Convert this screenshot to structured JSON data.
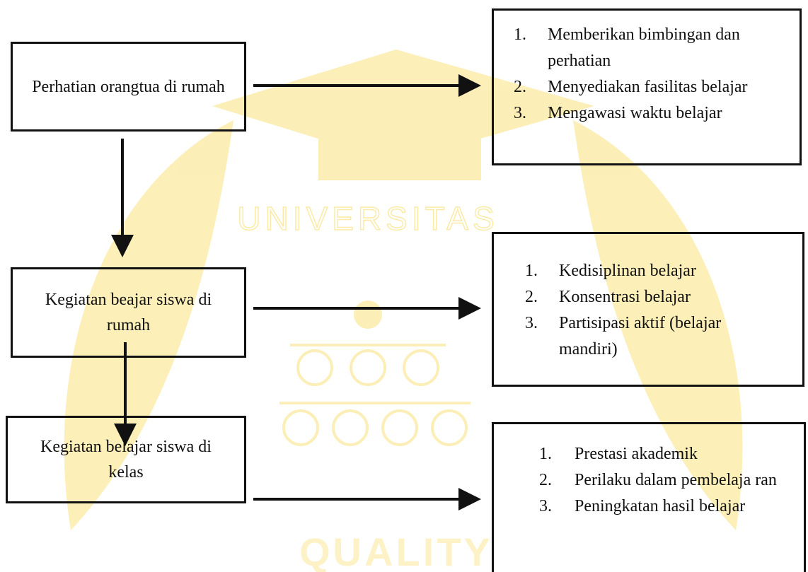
{
  "colors": {
    "line": "#111111",
    "watermark": "#f6c600"
  },
  "watermark": {
    "top_text": "UNIVERSITAS",
    "bottom_text": "QUALITY",
    "icon": "university-seal-icon"
  },
  "left_boxes": [
    {
      "text": "Perhatian orangtua di rumah"
    },
    {
      "text": "Kegiatan beajar siswa di rumah"
    },
    {
      "text": "Kegiatan belajar siswa di kelas"
    }
  ],
  "right_boxes": [
    {
      "items": [
        {
          "num": "1.",
          "text": "Memberikan bimbingan dan perhatian"
        },
        {
          "num": "2.",
          "text": "Menyediakan fasilitas belajar"
        },
        {
          "num": "3.",
          "text": "Mengawasi waktu belajar"
        }
      ]
    },
    {
      "items": [
        {
          "num": "1.",
          "text": "Kedisiplinan belajar"
        },
        {
          "num": "2.",
          "text": "Konsentrasi belajar"
        },
        {
          "num": "3.",
          "text": "Partisipasi aktif (belajar mandiri)"
        }
      ]
    },
    {
      "items": [
        {
          "num": "1.",
          "text": "Prestasi akademik"
        },
        {
          "num": "2.",
          "text": "Perilaku dalam pembelaja ran"
        },
        {
          "num": "3.",
          "text": "Peningkatan hasil belajar"
        }
      ]
    }
  ]
}
